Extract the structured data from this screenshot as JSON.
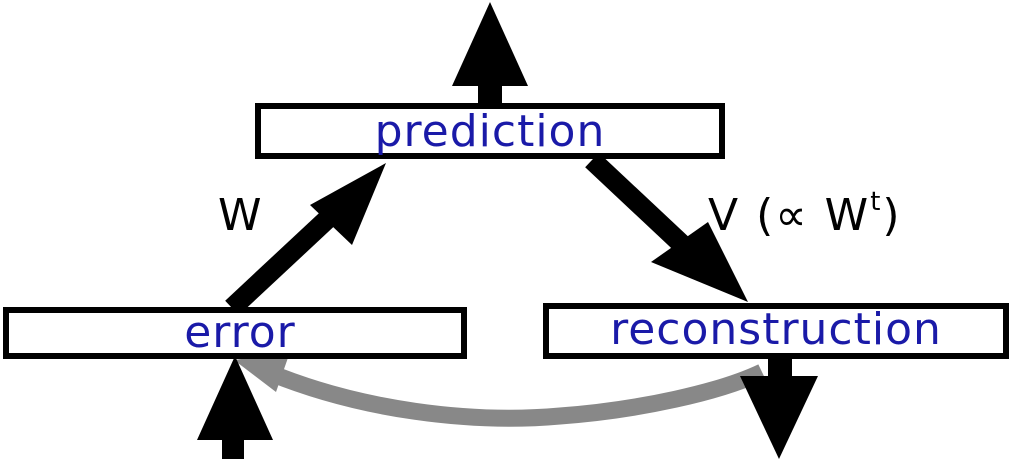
{
  "nodes": {
    "prediction": {
      "label": "prediction"
    },
    "error": {
      "label": "error"
    },
    "reconstruction": {
      "label": "reconstruction"
    }
  },
  "edges": {
    "error_to_prediction": {
      "label": "W"
    },
    "prediction_to_reconstruction": {
      "label_main": "V (∝ W",
      "label_sup": "t",
      "label_close": ")"
    }
  },
  "colors": {
    "box_text": "#1a1aa8",
    "arrow_black": "#000000",
    "arrow_gray": "#888888"
  }
}
